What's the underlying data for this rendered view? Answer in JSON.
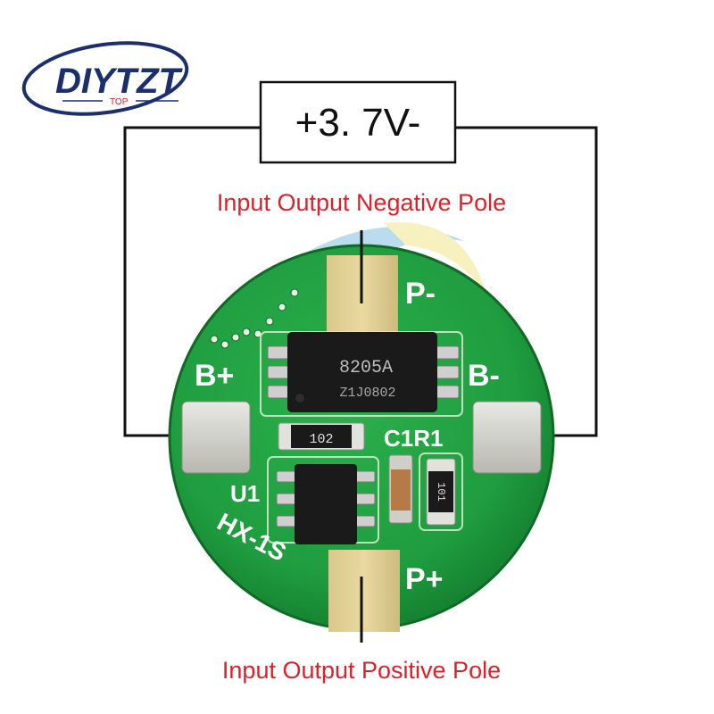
{
  "brand": {
    "name": "DIYTZT",
    "sub": "TOP",
    "color": "#1a2f6b",
    "accent": "#d9222a"
  },
  "voltage_label": "+3. 7V-",
  "annotations": {
    "negative_pole": "Input Output Negative Pole",
    "positive_pole": "Input Output Positive Pole",
    "color": "#d9222a"
  },
  "board": {
    "silkscreen": {
      "p_minus": "P-",
      "p_plus": "P+",
      "b_plus": "B+",
      "b_minus": "B-",
      "c1r1": "C1R1",
      "u1": "U1",
      "model": "HX-1S"
    },
    "chip_main": {
      "line1": "8205A",
      "line2": "Z1J0802"
    },
    "resistor_top": "102",
    "resistor_right": "101",
    "colors": {
      "pcb": "#1f9d3f",
      "pcb_dark": "#137a2e",
      "pad": "#c9c0a0",
      "gold_pad": "#d9c98a",
      "chip": "#1a1a1a"
    }
  }
}
